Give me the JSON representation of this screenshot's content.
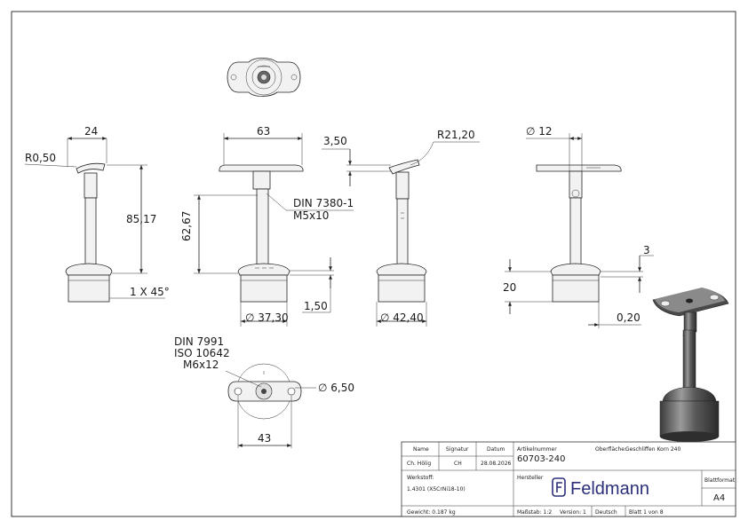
{
  "dimensions": {
    "w24": "24",
    "r050": "R0,50",
    "h8517": "85,17",
    "chamfer": "1 X 45°",
    "w63": "63",
    "h6267": "62,67",
    "din7380": "DIN 7380-1",
    "m5x10": "M5x10",
    "d3730": "∅ 37,30",
    "t150": "1,50",
    "t350": "3,50",
    "r2120": "R21,20",
    "d4240": "∅ 42,40",
    "d12": "∅ 12",
    "t3": "3",
    "h20": "20",
    "t020": "0,20",
    "din7991": "DIN 7991",
    "iso10642": "ISO 10642",
    "m6x12": "M6x12",
    "d650": "∅ 6,50",
    "w43": "43"
  },
  "title_block": {
    "h_name": "Name",
    "h_signatur": "Signatur",
    "h_datum": "Datum",
    "name": "Ch. Hölig",
    "signatur": "CH",
    "datum": "28.08.2026",
    "artikel_label": "Artikelnummer",
    "artikel": "60703-240",
    "oberflaeche_label": "Oberfläche:",
    "oberflaeche": "Geschliffen Korn 240",
    "werkstoff_label": "Werkstoff:",
    "werkstoff": "1.4301 (X5CrNi18-10)",
    "hersteller_label": "Hersteller",
    "brand": "Feldmann",
    "blattformat_label": "Blattformat",
    "blattformat": "A4",
    "gewicht": "Gewicht: 0.187 kg",
    "massstab": "Maßstab: 1:2",
    "version": "Version: 1",
    "sprache": "Deutsch",
    "blatt": "Blatt 1 von 8"
  }
}
